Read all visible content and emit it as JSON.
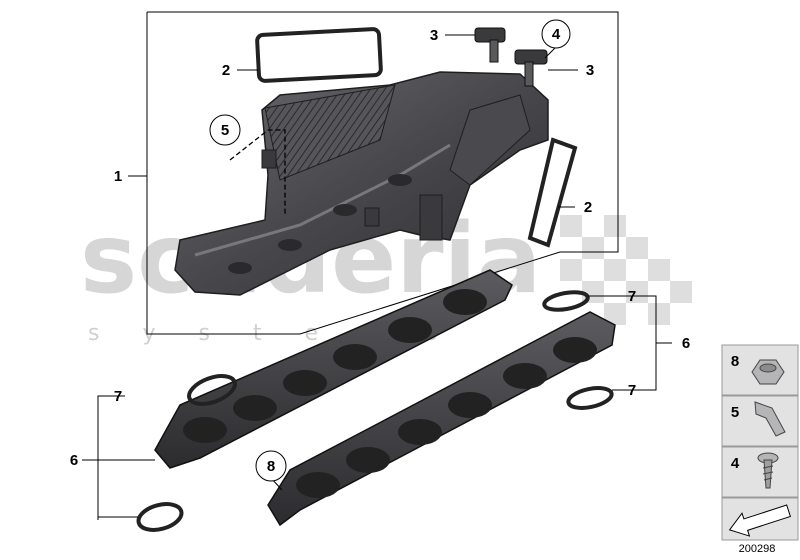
{
  "watermark": {
    "main": "scuderia",
    "sub": "s y s t e m s"
  },
  "callouts": {
    "c1": "1",
    "c2a": "2",
    "c2b": "2",
    "c3a": "3",
    "c3b": "3",
    "c4": "4",
    "c5": "5",
    "c6a": "6",
    "c6b": "6",
    "c7a": "7",
    "c7b": "7",
    "c7c": "7",
    "c8": "8"
  },
  "legend": {
    "items": [
      "8",
      "5",
      "4"
    ]
  },
  "diagram_id": "200298",
  "colors": {
    "part_dark": "#3a3a3c",
    "part_mid": "#5a5a5d",
    "part_light": "#8a8a8e",
    "legend_bg": "#dcdcdc"
  }
}
